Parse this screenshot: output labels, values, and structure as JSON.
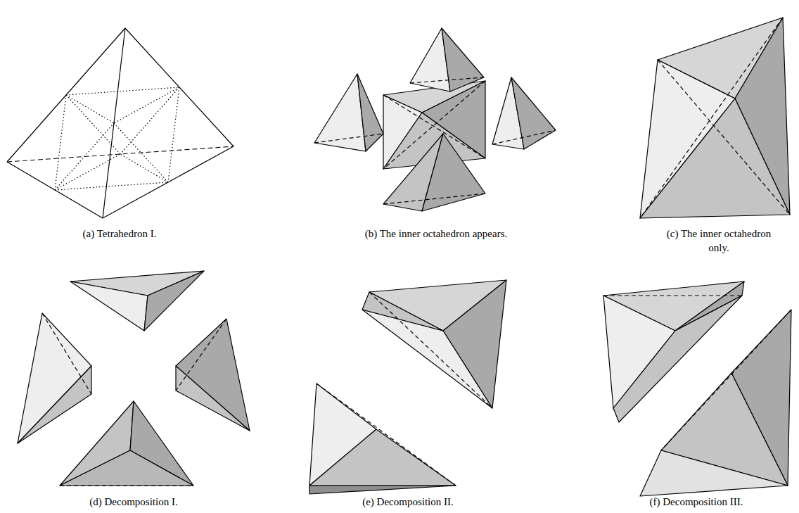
{
  "diagram": {
    "labels": [
      "(a) Tetrahedron I.",
      "(b) The inner octahedron appears.",
      "(c) The inner octahedron only.",
      "(d) Decomposition I.",
      "(e) Decomposition II.",
      "(f) Decomposition III."
    ]
  }
}
